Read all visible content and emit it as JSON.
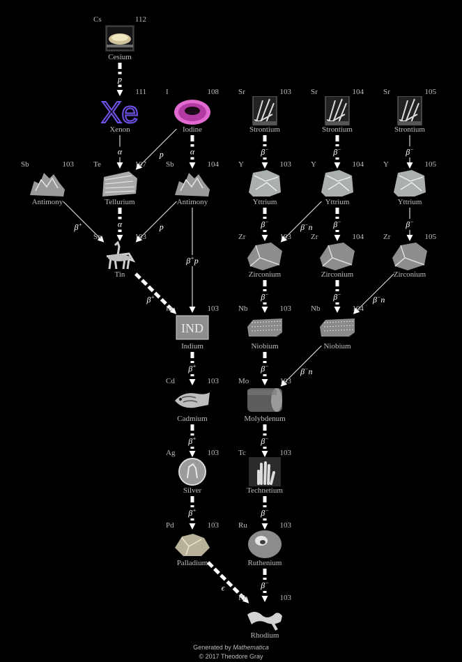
{
  "nodes": [
    {
      "id": "cs",
      "symbol": "Cs",
      "mass": "112",
      "name": "Cesium",
      "pic": "cesium"
    },
    {
      "id": "xe",
      "symbol": "",
      "mass": "111",
      "name": "Xenon",
      "pic": "xenon"
    },
    {
      "id": "i",
      "symbol": "I",
      "mass": "108",
      "name": "Iodine",
      "pic": "iodine"
    },
    {
      "id": "sr103",
      "symbol": "Sr",
      "mass": "103",
      "name": "Strontium",
      "pic": "strontium"
    },
    {
      "id": "sr104",
      "symbol": "Sr",
      "mass": "104",
      "name": "Strontium",
      "pic": "strontium"
    },
    {
      "id": "sr105",
      "symbol": "Sr",
      "mass": "105",
      "name": "Strontium",
      "pic": "strontium"
    },
    {
      "id": "sb103",
      "symbol": "Sb",
      "mass": "103",
      "name": "Antimony",
      "pic": "antimony"
    },
    {
      "id": "te107",
      "symbol": "Te",
      "mass": "107",
      "name": "Tellurium",
      "pic": "tellurium"
    },
    {
      "id": "sb104",
      "symbol": "Sb",
      "mass": "104",
      "name": "Antimony",
      "pic": "antimony"
    },
    {
      "id": "y103",
      "symbol": "Y",
      "mass": "103",
      "name": "Yttrium",
      "pic": "yttrium"
    },
    {
      "id": "y104",
      "symbol": "Y",
      "mass": "104",
      "name": "Yttrium",
      "pic": "yttrium"
    },
    {
      "id": "y105",
      "symbol": "Y",
      "mass": "105",
      "name": "Yttrium",
      "pic": "yttrium"
    },
    {
      "id": "sn103",
      "symbol": "Sn",
      "mass": "103",
      "name": "Tin",
      "pic": "tin"
    },
    {
      "id": "zr103",
      "symbol": "Zr",
      "mass": "103",
      "name": "Zirconium",
      "pic": "zirconium"
    },
    {
      "id": "zr104",
      "symbol": "Zr",
      "mass": "104",
      "name": "Zirconium",
      "pic": "zirconium"
    },
    {
      "id": "zr105",
      "symbol": "Zr",
      "mass": "105",
      "name": "Zirconium",
      "pic": "zirconium"
    },
    {
      "id": "in103",
      "symbol": "In",
      "mass": "103",
      "name": "Indium",
      "pic": "indium"
    },
    {
      "id": "nb103",
      "symbol": "Nb",
      "mass": "103",
      "name": "Niobium",
      "pic": "niobium"
    },
    {
      "id": "nb104",
      "symbol": "Nb",
      "mass": "104",
      "name": "Niobium",
      "pic": "niobium"
    },
    {
      "id": "cd103",
      "symbol": "Cd",
      "mass": "103",
      "name": "Cadmium",
      "pic": "cadmium"
    },
    {
      "id": "mo103",
      "symbol": "Mo",
      "mass": "103",
      "name": "Molybdenum",
      "pic": "molybdenum"
    },
    {
      "id": "ag103",
      "symbol": "Ag",
      "mass": "103",
      "name": "Silver",
      "pic": "silver"
    },
    {
      "id": "tc103",
      "symbol": "Tc",
      "mass": "103",
      "name": "Technetium",
      "pic": "technetium"
    },
    {
      "id": "pd103",
      "symbol": "Pd",
      "mass": "103",
      "name": "Palladium",
      "pic": "palladium"
    },
    {
      "id": "ru103",
      "symbol": "Ru",
      "mass": "103",
      "name": "Ruthenium",
      "pic": "ruthenium"
    },
    {
      "id": "rh103",
      "symbol": "Rh",
      "mass": "103",
      "name": "Rhodium",
      "pic": "rhodium"
    }
  ],
  "edges": [
    {
      "from": "cs",
      "to": "xe",
      "mode": "p",
      "style": "thick"
    },
    {
      "from": "xe",
      "to": "te107",
      "mode": "α",
      "style": "thin"
    },
    {
      "from": "i",
      "to": "te107",
      "mode": "p",
      "style": "thin"
    },
    {
      "from": "i",
      "to": "sb104",
      "mode": "α",
      "style": "thick"
    },
    {
      "from": "sr103",
      "to": "y103",
      "mode": "β−",
      "style": "thick"
    },
    {
      "from": "sr104",
      "to": "y104",
      "mode": "β−",
      "style": "thick"
    },
    {
      "from": "sr105",
      "to": "y105",
      "mode": "β−",
      "style": "thin"
    },
    {
      "from": "sb103",
      "to": "sn103",
      "mode": "β+",
      "style": "thin"
    },
    {
      "from": "te107",
      "to": "sn103",
      "mode": "α",
      "style": "thick"
    },
    {
      "from": "sb104",
      "to": "sn103",
      "mode": "p",
      "style": "thin"
    },
    {
      "from": "sb104",
      "to": "in103",
      "mode": "β+p",
      "style": "thin"
    },
    {
      "from": "y103",
      "to": "zr103",
      "mode": "β−",
      "style": "thick"
    },
    {
      "from": "y104",
      "to": "zr103",
      "mode": "β−n",
      "style": "thin"
    },
    {
      "from": "y104",
      "to": "zr104",
      "mode": "β−",
      "style": "thick"
    },
    {
      "from": "y105",
      "to": "zr105",
      "mode": "β−",
      "style": "thin"
    },
    {
      "from": "sn103",
      "to": "in103",
      "mode": "β+",
      "style": "thick"
    },
    {
      "from": "zr103",
      "to": "nb103",
      "mode": "β−",
      "style": "thick"
    },
    {
      "from": "zr104",
      "to": "nb104",
      "mode": "β−",
      "style": "thick"
    },
    {
      "from": "zr105",
      "to": "nb104",
      "mode": "β−n",
      "style": "thin"
    },
    {
      "from": "in103",
      "to": "cd103",
      "mode": "β+",
      "style": "thick"
    },
    {
      "from": "nb103",
      "to": "mo103",
      "mode": "β−",
      "style": "thick"
    },
    {
      "from": "nb104",
      "to": "mo103",
      "mode": "β−n",
      "style": "thin"
    },
    {
      "from": "cd103",
      "to": "ag103",
      "mode": "β+",
      "style": "thick"
    },
    {
      "from": "mo103",
      "to": "tc103",
      "mode": "β−",
      "style": "thick"
    },
    {
      "from": "ag103",
      "to": "pd103",
      "mode": "β+",
      "style": "thick"
    },
    {
      "from": "tc103",
      "to": "ru103",
      "mode": "β−",
      "style": "thick"
    },
    {
      "from": "pd103",
      "to": "rh103",
      "mode": "ϵ",
      "style": "thick"
    },
    {
      "from": "ru103",
      "to": "rh103",
      "mode": "β−",
      "style": "thick"
    }
  ],
  "footer": {
    "generated_by": "Generated by",
    "software": "Mathematica",
    "copyright": "© 2017 Theodore Gray"
  },
  "colors": {
    "background": "#000000",
    "text": "#bdbdbd",
    "arrow": "#ffffff",
    "xenon_glow": "#6a3cff"
  }
}
